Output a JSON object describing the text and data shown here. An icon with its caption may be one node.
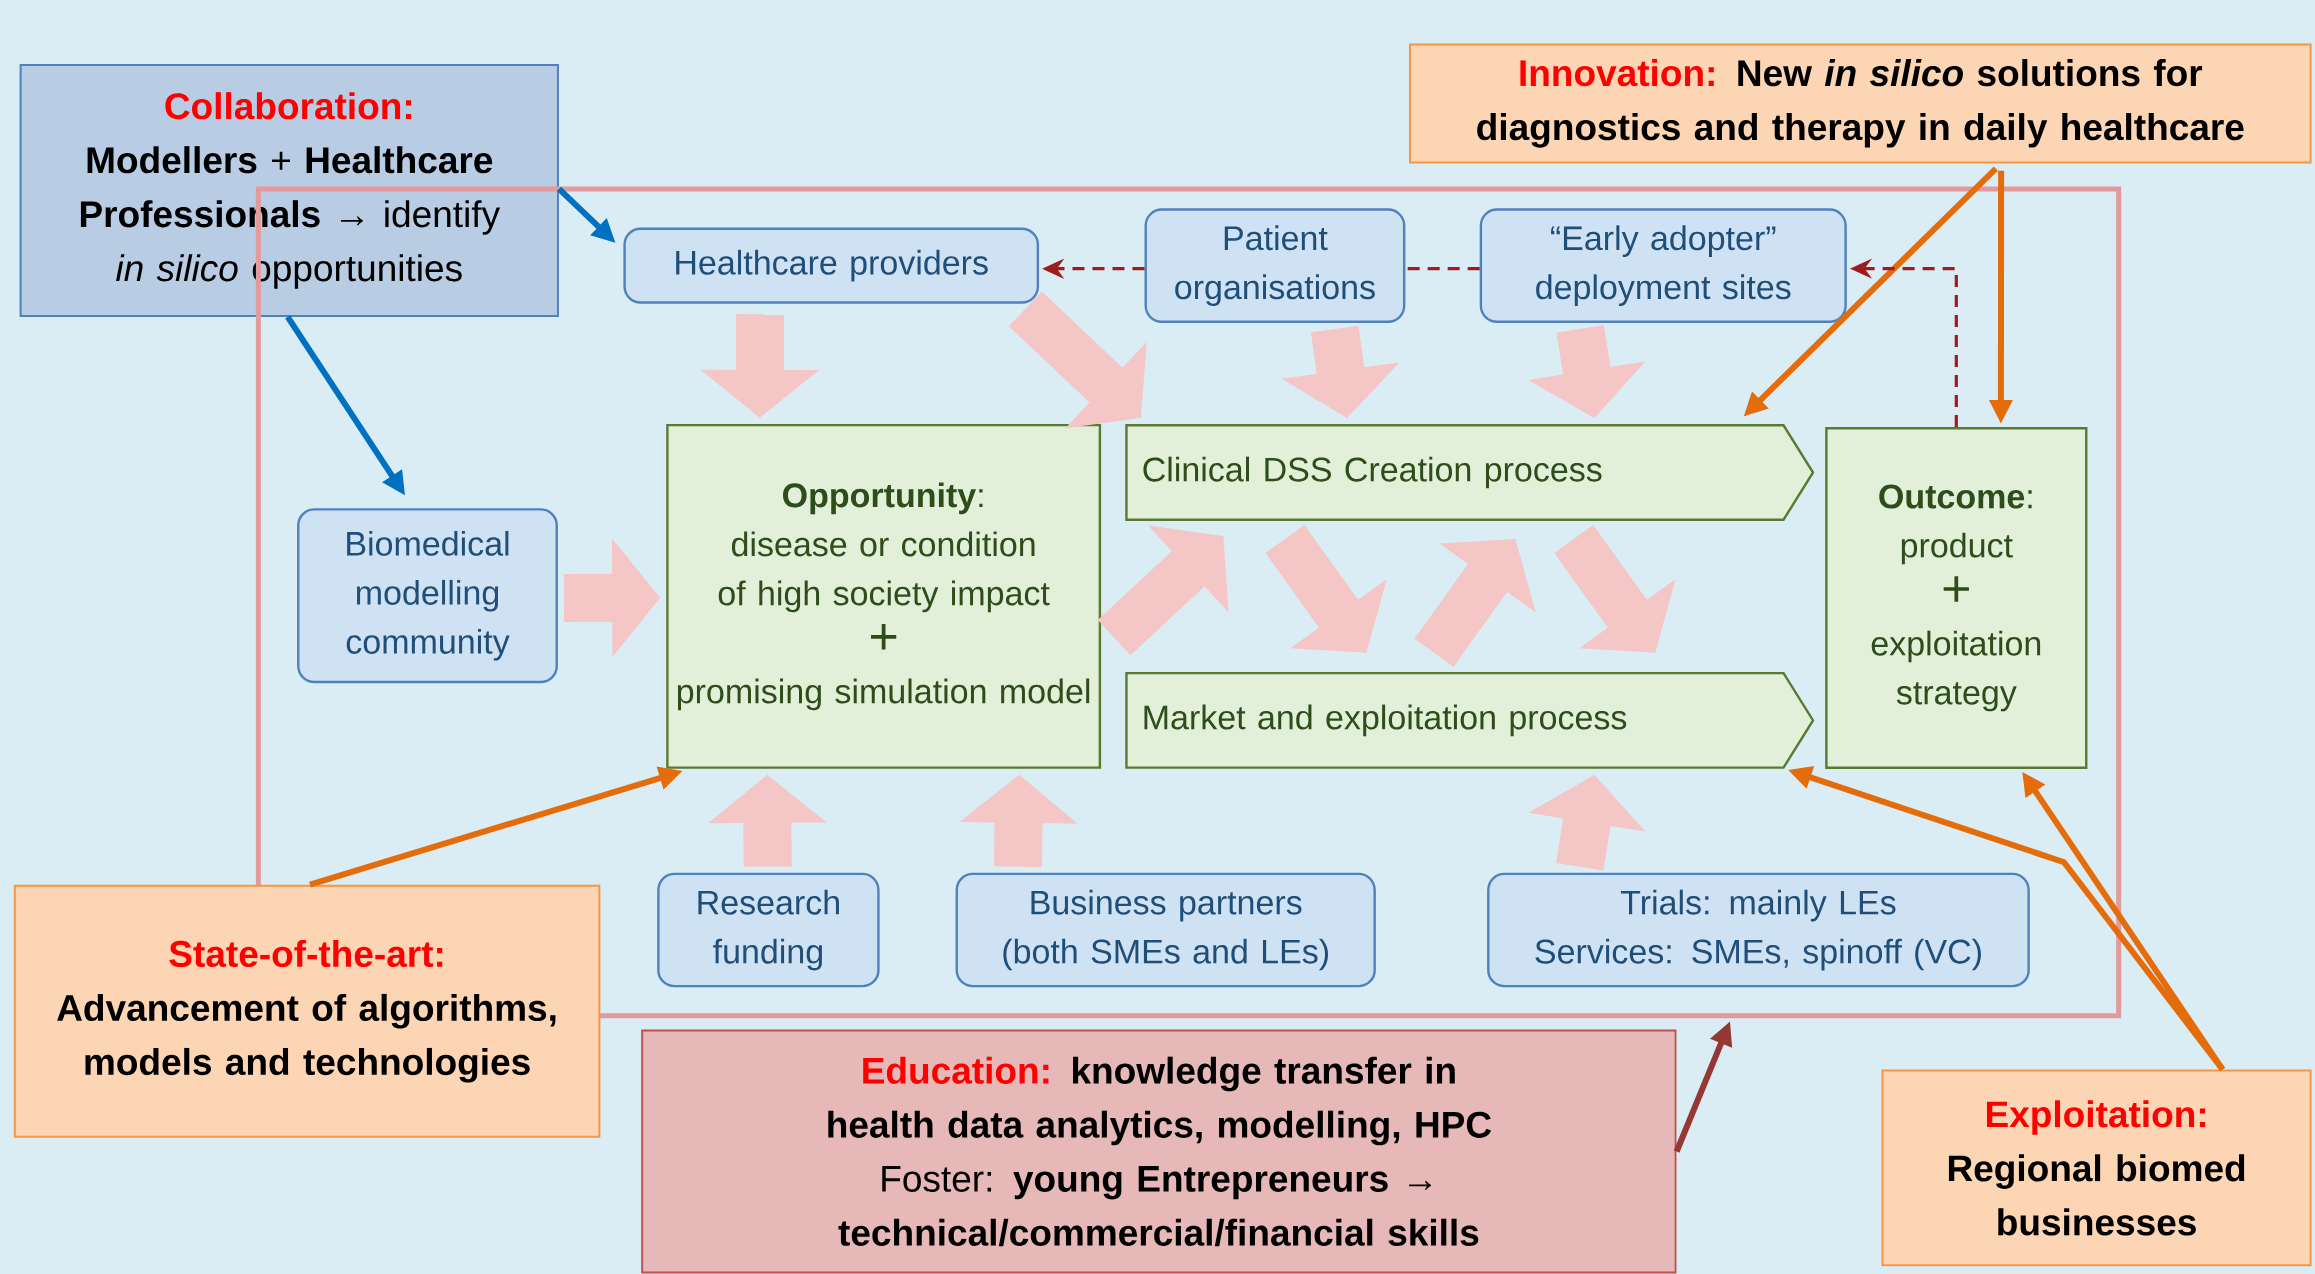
{
  "diagram": {
    "nodes": [
      {
        "text": [
          "Collaboration:",
          "**Modellers** + **Healthcare Professionals** → identify *in silico* opportunities"
        ]
      },
      {
        "text": [
          "Innovation:",
          "New *in silico* solutions for diagnostics and therapy in daily healthcare"
        ]
      },
      {
        "text": [],
        "shape": "box"
      },
      {
        "text": [
          "Healthcare providers"
        ],
        "in": 2
      },
      {
        "text": [
          "Patient organisations"
        ],
        "in": 2
      },
      {
        "text": [
          "“Early adopter” deployment sites"
        ],
        "in": 2
      },
      {
        "text": [
          "Biomedical modelling community"
        ],
        "in": 2
      },
      {
        "text": [
          "**Opportunity**:",
          "disease or condition of high society impact",
          "+",
          "promising simulation model"
        ],
        "in": 2
      },
      {
        "text": [
          "Clinical DSS Creation process"
        ],
        "in": 2
      },
      {
        "text": [
          "Market and exploitation process"
        ],
        "in": 2
      },
      {
        "text": [
          "**Outcome**:",
          "product",
          "+",
          "exploitation strategy"
        ],
        "in": 2
      },
      {
        "text": [
          "Research funding"
        ],
        "in": 2
      },
      {
        "text": [
          "Business partners (both SMEs and LEs)"
        ],
        "in": 2
      },
      {
        "text": [
          "Trials: mainly LEs",
          "Services: SMEs, spinoff (VC)"
        ],
        "in": 2
      },
      {
        "text": [
          "State-of-the-art:",
          "Advancement of algorithms, models and technologies"
        ]
      },
      {
        "text": [
          "Education:",
          "knowledge transfer in health data analytics, modelling, HPC",
          "Foster: **young Entrepreneurs → technical/commercial/financial skills**"
        ]
      },
      {
        "text": [
          "Exploitation:",
          "Regional biomed businesses"
        ]
      }
    ],
    "edges": [
      {
        "from": 0,
        "to": 3,
        "arrow": "to",
        "color": "#0070c0"
      },
      {
        "from": 0,
        "to": 6,
        "arrow": "to",
        "color": "#0070c0"
      },
      {
        "from": 1,
        "to": 8,
        "arrow": "to",
        "color": "#e46c0a"
      },
      {
        "from": 1,
        "to": 10,
        "arrow": "to",
        "color": "#e46c0a"
      },
      {
        "from": 14,
        "to": 7,
        "arrow": "to",
        "color": "#e46c0a"
      },
      {
        "from": 15,
        "to": 2,
        "arrow": "to",
        "color": "#953735"
      },
      {
        "from": 16,
        "to": 9,
        "arrow": "to",
        "color": "#e46c0a"
      },
      {
        "from": 16,
        "to": 10,
        "arrow": "to",
        "color": "#e46c0a"
      },
      {
        "from": 10,
        "to": 5,
        "arrow": "to",
        "style": "dashed",
        "color": "#a01c1c"
      },
      {
        "from": 5,
        "to": 4,
        "arrow": "none",
        "style": "dashed",
        "color": "#a01c1c"
      },
      {
        "from": 4,
        "to": 3,
        "arrow": "to",
        "style": "dashed",
        "color": "#a01c1c"
      },
      {
        "from": 3,
        "to": 7,
        "arrow": "to"
      },
      {
        "from": 3,
        "to": 8,
        "arrow": "to"
      },
      {
        "from": 4,
        "to": 8,
        "arrow": "to"
      },
      {
        "from": 5,
        "to": 8,
        "arrow": "to"
      },
      {
        "from": 6,
        "to": 7,
        "arrow": "to"
      },
      {
        "from": 7,
        "to": 8,
        "arrow": "to"
      },
      {
        "from": 8,
        "to": 9,
        "arrow": "to"
      },
      {
        "from": 9,
        "to": 8,
        "arrow": "to"
      },
      {
        "from": 8,
        "to": 9,
        "arrow": "to"
      },
      {
        "from": 11,
        "to": 7,
        "arrow": "to"
      },
      {
        "from": 12,
        "to": 7,
        "arrow": "to"
      },
      {
        "from": 13,
        "to": 9,
        "arrow": "to"
      }
    ]
  }
}
